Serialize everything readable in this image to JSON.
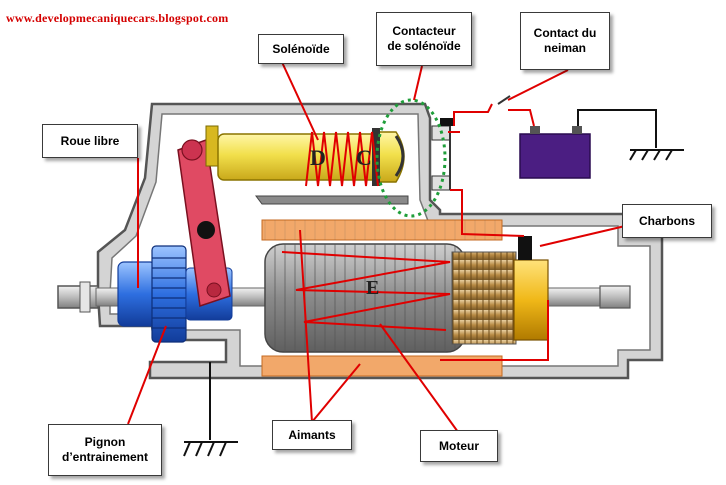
{
  "source_url": "www.developmecaniquecars.blogspot.com",
  "labels": {
    "solenoide": "Solénoïde",
    "contacteur": "Contacteur\nde solénoïde",
    "contact_neiman": "Contact du\nneiman",
    "roue_libre": "Roue libre",
    "charbons": "Charbons",
    "pignon": "Pignon\nd’entrainement",
    "aimants": "Aimants",
    "moteur": "Moteur"
  },
  "letters": {
    "d": "D",
    "c": "C",
    "e": "E"
  },
  "colors": {
    "housing": "#c8c8c8",
    "solenoid_body": "#f2e04c",
    "armature": "#9a9a9a",
    "commutator": "#c8a46a",
    "brush_block": "#f0c020",
    "pinion": "#2e6fe0",
    "fork": "#e04a63",
    "battery": "#4b1e82",
    "magnets": "#f2a86a",
    "wiring": "#e00000",
    "contact_highlight": "#1f9e3a"
  }
}
